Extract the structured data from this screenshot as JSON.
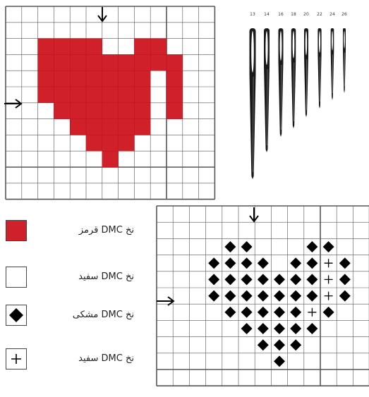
{
  "legend": [
    {
      "key": "red",
      "text": "نخ DMC قرمز",
      "fill": "#d0202a",
      "symbol": "none"
    },
    {
      "key": "white",
      "text": "نخ DMC سفید",
      "fill": "#ffffff",
      "symbol": "none"
    },
    {
      "key": "black",
      "text": "نخ DMC مشکی",
      "fill": "#ffffff",
      "symbol": "diamond"
    },
    {
      "key": "plus",
      "text": "نخ DMC سفید",
      "fill": "#ffffff",
      "symbol": "plus"
    }
  ],
  "needle_sizes": [
    "13",
    "14",
    "16",
    "18",
    "20",
    "22",
    "24",
    "26"
  ],
  "colors": {
    "red": "#d0202a",
    "black": "#000000",
    "grid": "#555555"
  },
  "red_heart_rows": [
    [
      [
        2,
        5
      ],
      [
        8,
        9
      ]
    ],
    [
      [
        2,
        6
      ],
      [
        7,
        10
      ]
    ],
    [
      [
        2,
        8
      ],
      [
        10,
        10
      ]
    ],
    [
      [
        2,
        8
      ],
      [
        10,
        10
      ]
    ],
    [
      [
        3,
        8
      ],
      [
        10,
        10
      ]
    ],
    [
      [
        4,
        8
      ]
    ],
    [
      [
        5,
        7
      ]
    ],
    [
      [
        6,
        6
      ]
    ]
  ],
  "symbol_heart_rows": [
    {
      "d": [
        4,
        5,
        9,
        10
      ],
      "p": []
    },
    {
      "d": [
        3,
        4,
        5,
        6,
        8,
        9,
        11
      ],
      "p": [
        10
      ]
    },
    {
      "d": [
        3,
        4,
        5,
        6,
        7,
        8,
        9,
        11
      ],
      "p": [
        10
      ]
    },
    {
      "d": [
        3,
        4,
        5,
        6,
        7,
        8,
        9,
        11
      ],
      "p": [
        10
      ]
    },
    {
      "d": [
        4,
        5,
        6,
        7,
        8,
        10
      ],
      "p": [
        9
      ]
    },
    {
      "d": [
        5,
        6,
        7,
        8,
        9
      ],
      "p": []
    },
    {
      "d": [
        6,
        7,
        8
      ],
      "p": []
    },
    {
      "d": [
        7
      ],
      "p": []
    }
  ]
}
